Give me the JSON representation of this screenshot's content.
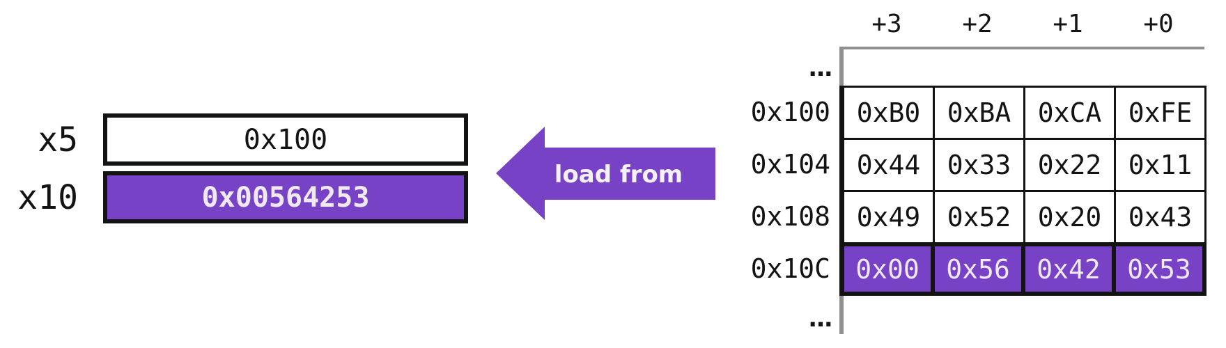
{
  "colors": {
    "purple": "#7742c6",
    "ink": "#131313",
    "gray": "#909090",
    "light_text": "#efe9f4"
  },
  "registers": {
    "items": [
      {
        "name": "x5",
        "value": "0x100",
        "highlighted": false
      },
      {
        "name": "x10",
        "value": "0x00564253",
        "highlighted": true
      }
    ]
  },
  "arrow": {
    "label": "load from"
  },
  "memory": {
    "column_headers": [
      "+3",
      "+2",
      "+1",
      "+0"
    ],
    "ellipsis_top": "…",
    "ellipsis_bottom": "…",
    "rows": [
      {
        "address": "0x100",
        "bytes": [
          "0xB0",
          "0xBA",
          "0xCA",
          "0xFE"
        ],
        "highlighted": false
      },
      {
        "address": "0x104",
        "bytes": [
          "0x44",
          "0x33",
          "0x22",
          "0x11"
        ],
        "highlighted": false
      },
      {
        "address": "0x108",
        "bytes": [
          "0x49",
          "0x52",
          "0x20",
          "0x43"
        ],
        "highlighted": false
      },
      {
        "address": "0x10C",
        "bytes": [
          "0x00",
          "0x56",
          "0x42",
          "0x53"
        ],
        "highlighted": true
      }
    ]
  }
}
